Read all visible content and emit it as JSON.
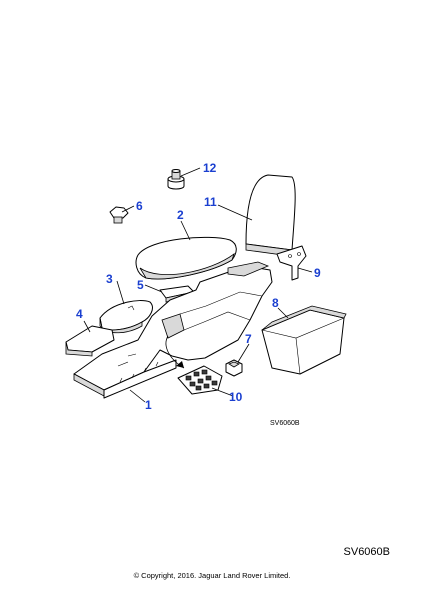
{
  "callouts": {
    "c1": "1",
    "c2": "2",
    "c3": "3",
    "c4": "4",
    "c5": "5",
    "c6": "6",
    "c7": "7",
    "c8": "8",
    "c9": "9",
    "c10": "10",
    "c11": "11",
    "c12": "12"
  },
  "figure_code": "SV6060B",
  "reference_code": "SV6060B",
  "copyright": "© Copyright, 2016. Jaguar Land Rover Limited."
}
